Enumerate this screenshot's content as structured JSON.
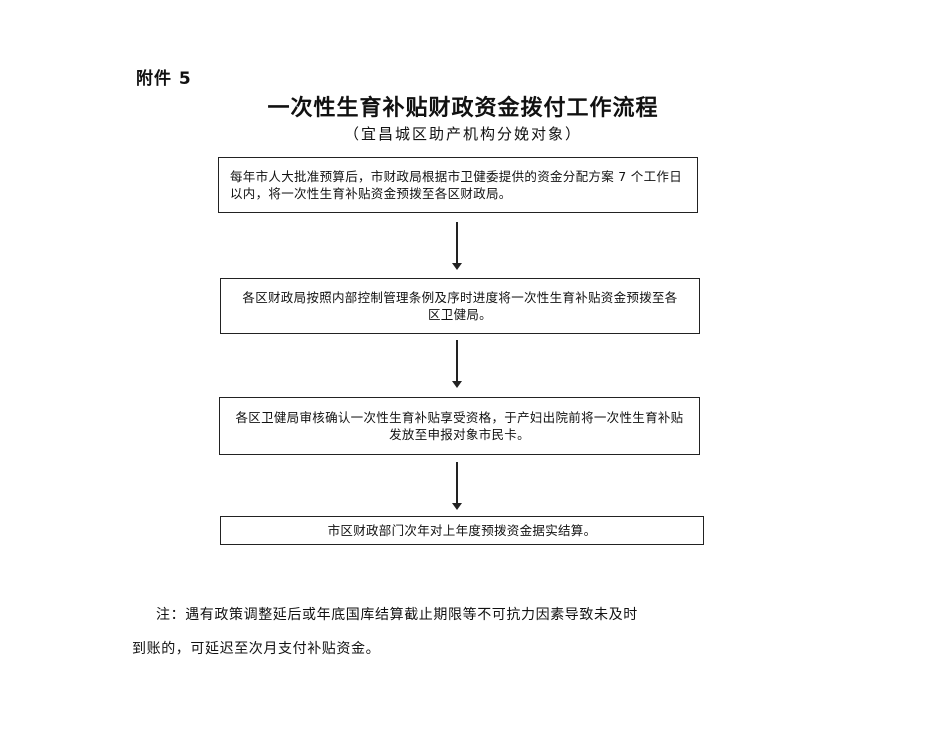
{
  "attachment_label": "附件 5",
  "title": "一次性生育补贴财政资金拨付工作流程",
  "subtitle": "（宜昌城区助产机构分娩对象）",
  "steps": [
    {
      "text": "每年市人大批准预算后，市财政局根据市卫健委提供的资金分配方案 7 个工作日以内，将一次性生育补贴资金预拨至各区财政局。"
    },
    {
      "text": "各区财政局按照内部控制管理条例及序时进度将一次性生育补贴资金预拨至各区卫健局。"
    },
    {
      "text": "各区卫健局审核确认一次性生育补贴享受资格，于产妇出院前将一次性生育补贴发放至申报对象市民卡。"
    },
    {
      "text": "市区财政部门次年对上年度预拨资金据实结算。"
    }
  ],
  "note": {
    "line1": "注：遇有政策调整延后或年底国库结算截止期限等不可抗力因素导致未及时",
    "line2": "到账的，可延迟至次月支付补贴资金。"
  }
}
